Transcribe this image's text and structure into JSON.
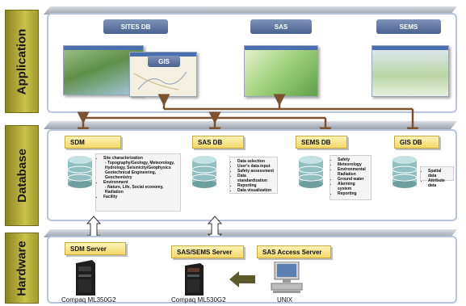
{
  "layers": {
    "application": "Application",
    "database": "Database",
    "hardware": "Hardware"
  },
  "application": {
    "sites_db": "SITES DB",
    "sas": "SAS",
    "sems": "SEMS",
    "gis": "GIS"
  },
  "database": {
    "sdm": {
      "title": "SDM",
      "items": [
        "Site characterization",
        "- Topography/Geology, Meteorology,",
        "Hydrology, Seismicity/Geophysics",
        "Geotechnical Engineering,",
        "Geochemistry",
        "Environment",
        "- Nature, Life, Social economy,",
        "Radiation",
        "Facility"
      ]
    },
    "sas_db": {
      "title": "SAS DB",
      "items": [
        "Data selection",
        "User's data input",
        "Safety assessment",
        "Data standardization",
        "Reporting",
        "Data visualization"
      ]
    },
    "sems_db": {
      "title": "SEMS DB",
      "items": [
        "Safety",
        "Meteorology",
        "Environmental Radiation",
        "Ground water",
        "Alarming system",
        "Reporting"
      ]
    },
    "gis_db": {
      "title": "GIS DB",
      "items": [
        "Spatial data",
        "Attribute data"
      ]
    }
  },
  "hardware": {
    "sdm_server": "SDM Server",
    "sas_sems_server": "SAS/SEMS Server",
    "sas_access_server": "SAS Access   Server",
    "compaq_ml350": "Compaq ML350G2",
    "compaq_ml530": "Compaq ML530G2",
    "unix": "UNIX"
  },
  "colors": {
    "layer_label": "#c9c24a",
    "db_tag": "#4a6290",
    "yellow_tag": "#f4d86a",
    "connector": "#7a5230",
    "arrow": "#5a5a2a"
  }
}
